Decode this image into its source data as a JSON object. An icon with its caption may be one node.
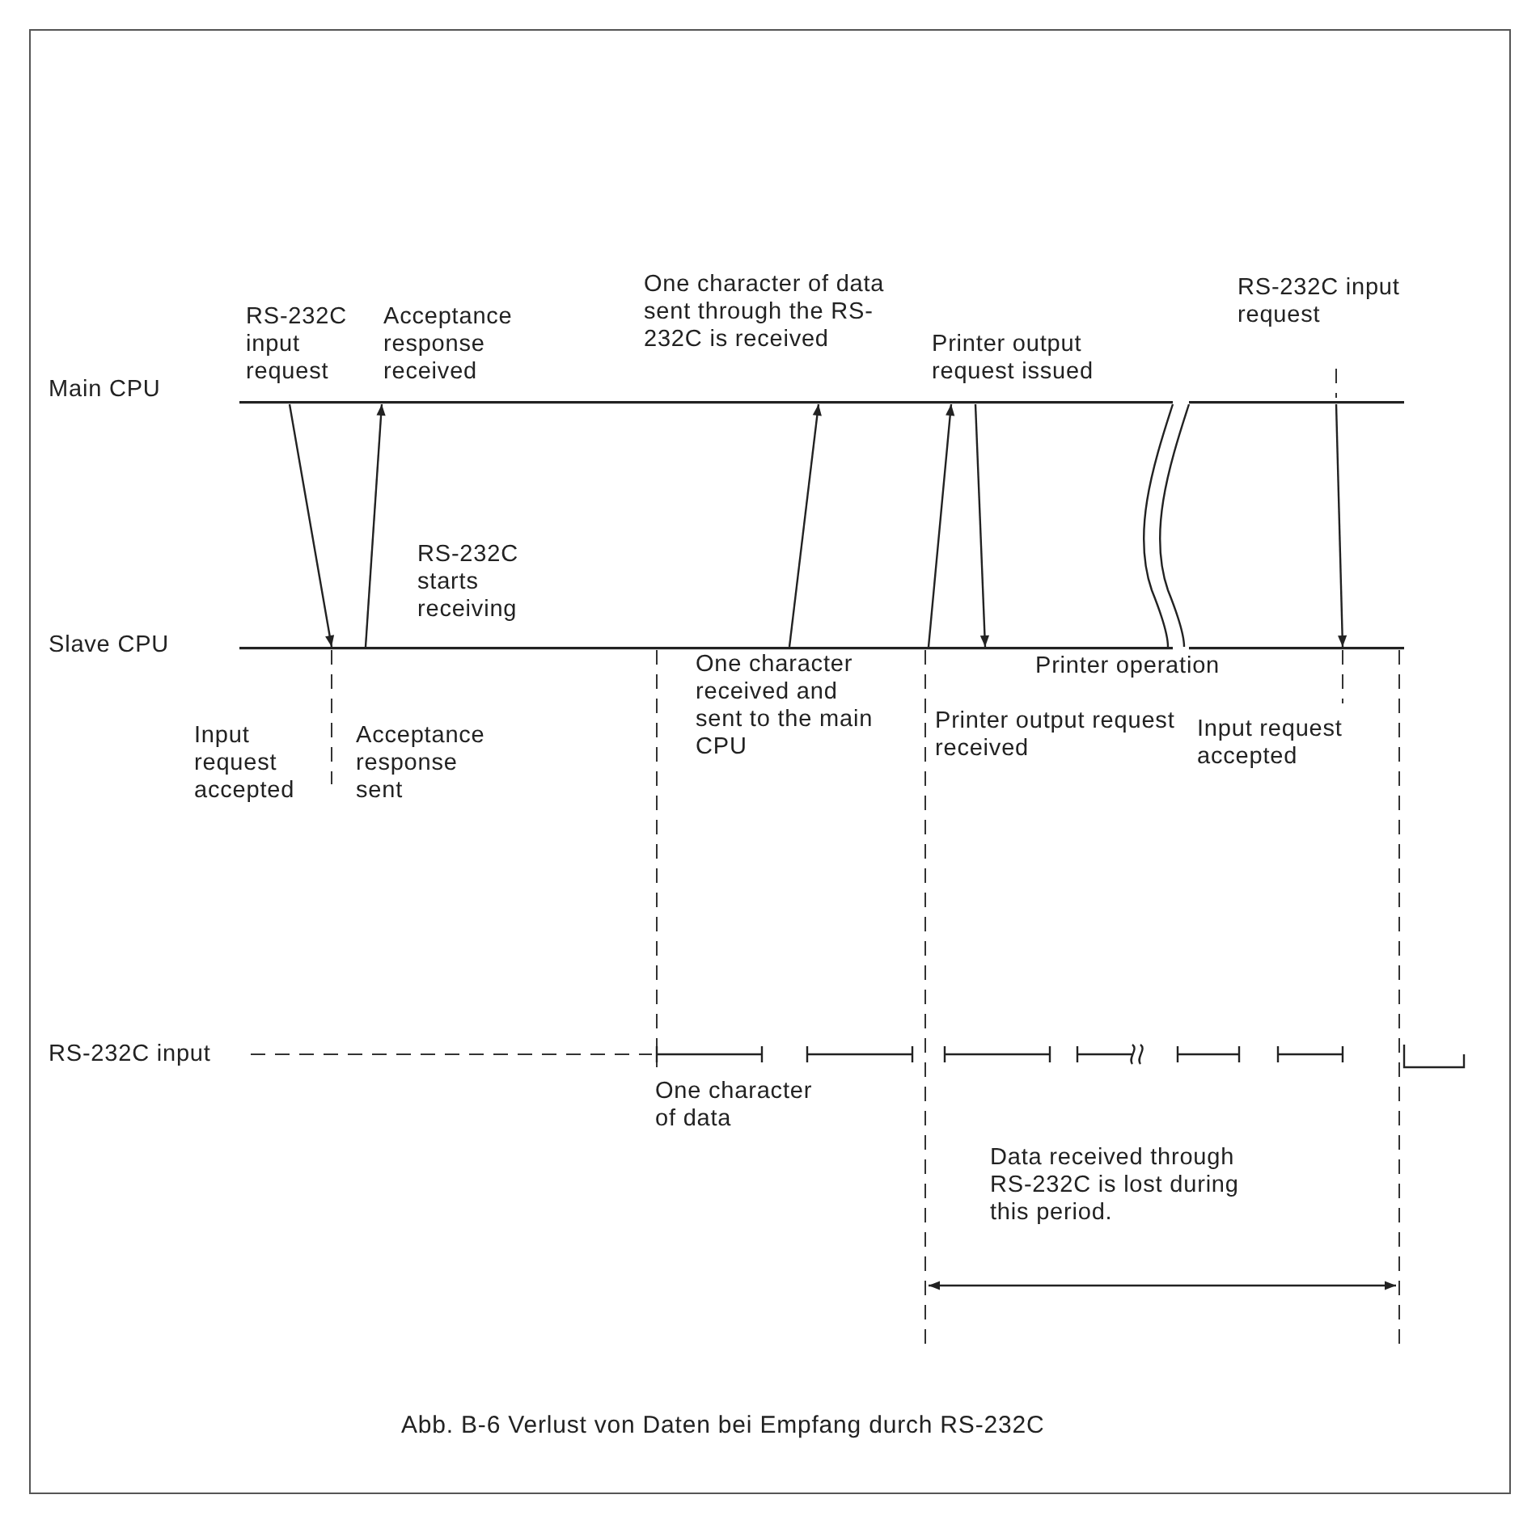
{
  "diagram": {
    "caption": "Abb. B-6 Verlust von Daten bei Empfang durch RS-232C",
    "nodes": [
      {
        "text": [
          "Main CPU"
        ]
      },
      {
        "text": [
          "Slave CPU"
        ]
      }
    ],
    "edges": [
      {
        "from": 0,
        "to": 1,
        "arrow": "to"
      },
      {
        "from": 1,
        "to": 0,
        "arrow": "to"
      },
      {
        "from": 1,
        "to": 0,
        "arrow": "to"
      },
      {
        "from": 1,
        "to": 0,
        "arrow": "to"
      },
      {
        "from": 0,
        "to": 1,
        "arrow": "to"
      },
      {
        "from": 0,
        "to": 1,
        "arrow": "to"
      }
    ],
    "labels": [
      "RS-232C input request",
      "Acceptance response received",
      "One character of data sent through the RS-232C is received",
      "Printer output request issued",
      "RS-232C input request",
      "RS-232C starts receiving",
      "One character received and sent to the main CPU",
      "Printer operation",
      "Input request accepted",
      "Acceptance response sent",
      "Printer output request received",
      "Input request accepted",
      "RS-232C input",
      "One character of data",
      "Data received through RS-232C is lost during this period."
    ]
  }
}
